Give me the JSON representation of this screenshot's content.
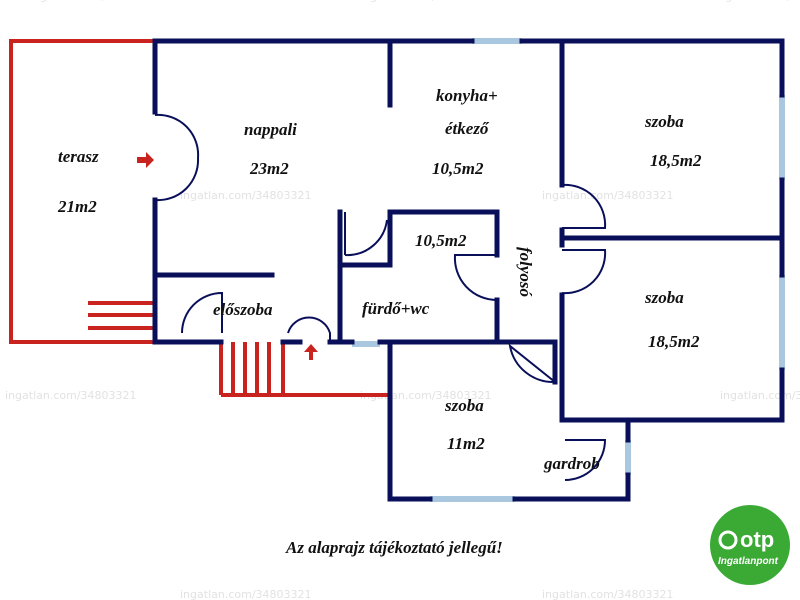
{
  "rooms": {
    "terrace": {
      "name": "terasz",
      "area": "21m2"
    },
    "living": {
      "name": "nappali",
      "area": "23m2"
    },
    "kitchen": {
      "name_line1": "konyha+",
      "name_line2": "étkező",
      "area": "10,5m2"
    },
    "bedroom_top": {
      "name": "szoba",
      "area": "18,5m2"
    },
    "bedroom_mid": {
      "name": "szoba",
      "area": "18,5m2"
    },
    "bathroom": {
      "name": "fürdő+wc",
      "area": "10,5m2"
    },
    "hall": {
      "name": "előszoba"
    },
    "corridor": {
      "name": "folyosó"
    },
    "bedroom_small": {
      "name": "szoba",
      "area": "11m2"
    },
    "wardrobe": {
      "name": "gardrob"
    }
  },
  "disclaimer": "Az alaprajz tájékoztató jellegű!",
  "watermark": "ingatlan.com/34803321",
  "logo": {
    "main": "otp",
    "sub": "Ingatlanpont"
  },
  "colors": {
    "wall": "#0a0f5a",
    "terrace": "#c8231e",
    "window": "#a9c8df",
    "logo": "#3aaa35"
  }
}
